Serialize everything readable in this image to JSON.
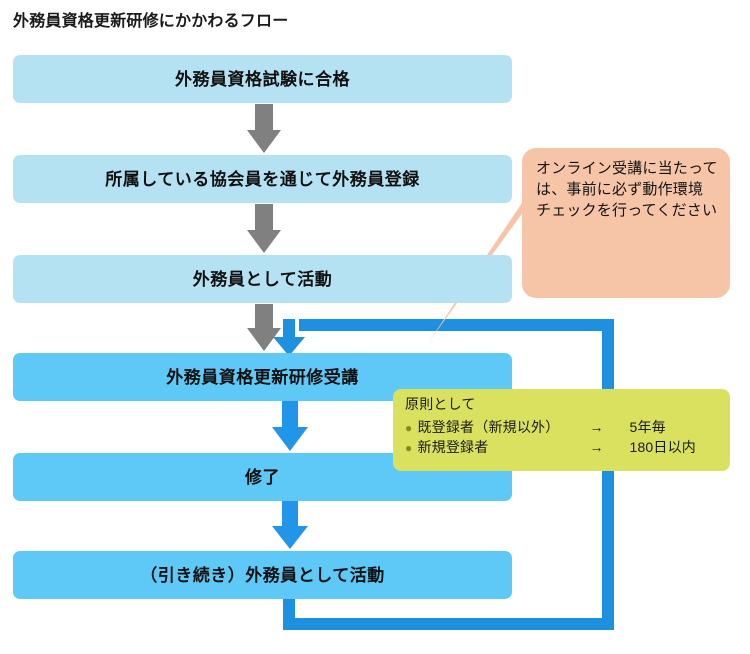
{
  "page": {
    "title": "外務員資格更新研修にかかわるフロー"
  },
  "colors": {
    "box_light": "#b5e2f2",
    "box_mid": "#5ec8f7",
    "arrow_gray": "#808080",
    "arrow_blue": "#2196e8",
    "loop_blue": "#1e90e0",
    "callout_bg": "#f6c5a7",
    "note_bg": "#d9e15e",
    "note_bullet": "#7f8c1e",
    "text": "#111111"
  },
  "flow": {
    "steps": [
      {
        "id": "box1",
        "label": "外務員資格試験に合格",
        "tone": "light"
      },
      {
        "id": "box2",
        "label": "所属している協会員を通じて外務員登録",
        "tone": "light"
      },
      {
        "id": "box3",
        "label": "外務員として活動",
        "tone": "light"
      },
      {
        "id": "box4",
        "label": "外務員資格更新研修受講",
        "tone": "mid"
      },
      {
        "id": "box5",
        "label": "修了",
        "tone": "mid"
      },
      {
        "id": "box6",
        "label": "（引き続き）外務員として活動",
        "tone": "mid"
      }
    ],
    "connectors": [
      {
        "from": "box1",
        "to": "box2",
        "style": "gray-down-arrow"
      },
      {
        "from": "box2",
        "to": "box3",
        "style": "gray-down-arrow"
      },
      {
        "from": "box3",
        "to": "box4",
        "style": "gray-down-arrow"
      },
      {
        "from": "box4",
        "to": "box5",
        "style": "blue-down-arrow"
      },
      {
        "from": "box5",
        "to": "box6",
        "style": "blue-down-arrow"
      },
      {
        "from": "box6",
        "to": "box4",
        "style": "blue-loop-back-arrow"
      }
    ]
  },
  "callout": {
    "text": "オンライン受講に当たっては、事前に必ず動作環境チェックを行ってください",
    "points_at": "外務員資格更新研修受講"
  },
  "note": {
    "heading": "原則として",
    "rows": [
      {
        "bullet": "●",
        "term": "既登録者（新規以外）",
        "arrow": "→",
        "value": "5年毎"
      },
      {
        "bullet": "●",
        "term": "新規登録者",
        "arrow": "→",
        "value": "180日以内"
      }
    ]
  }
}
